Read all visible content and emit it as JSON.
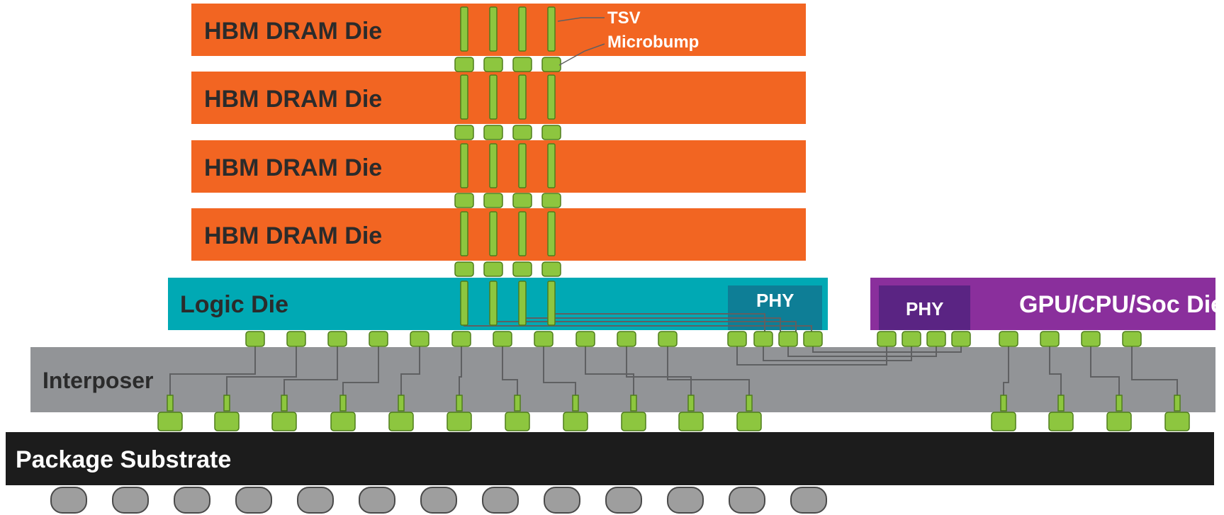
{
  "labels": {
    "hbm_die": "HBM DRAM Die",
    "tsv": "TSV",
    "microbump": "Microbump",
    "logic_die": "Logic Die",
    "phy": "PHY",
    "soc_die": "GPU/CPU/Soc Die",
    "interposer": "Interposer",
    "package_substrate": "Package Substrate"
  },
  "hbm_stack": [
    {
      "label": "HBM DRAM Die"
    },
    {
      "label": "HBM DRAM Die"
    },
    {
      "label": "HBM DRAM Die"
    },
    {
      "label": "HBM DRAM Die"
    }
  ],
  "colors": {
    "hbm_die": "#f26522",
    "logic_die": "#00a9b4",
    "logic_phy": "#0e7e96",
    "soc_die": "#8a2f9c",
    "soc_phy": "#5a2483",
    "interposer": "#929497",
    "substrate": "#1c1c1c",
    "bump": "#8dc63f",
    "bump_stroke": "#4f7d1c",
    "ball": "#9e9e9e",
    "wire": "#5f6062",
    "label_dark": "#2b2b2b",
    "label_light": "#ffffff"
  }
}
